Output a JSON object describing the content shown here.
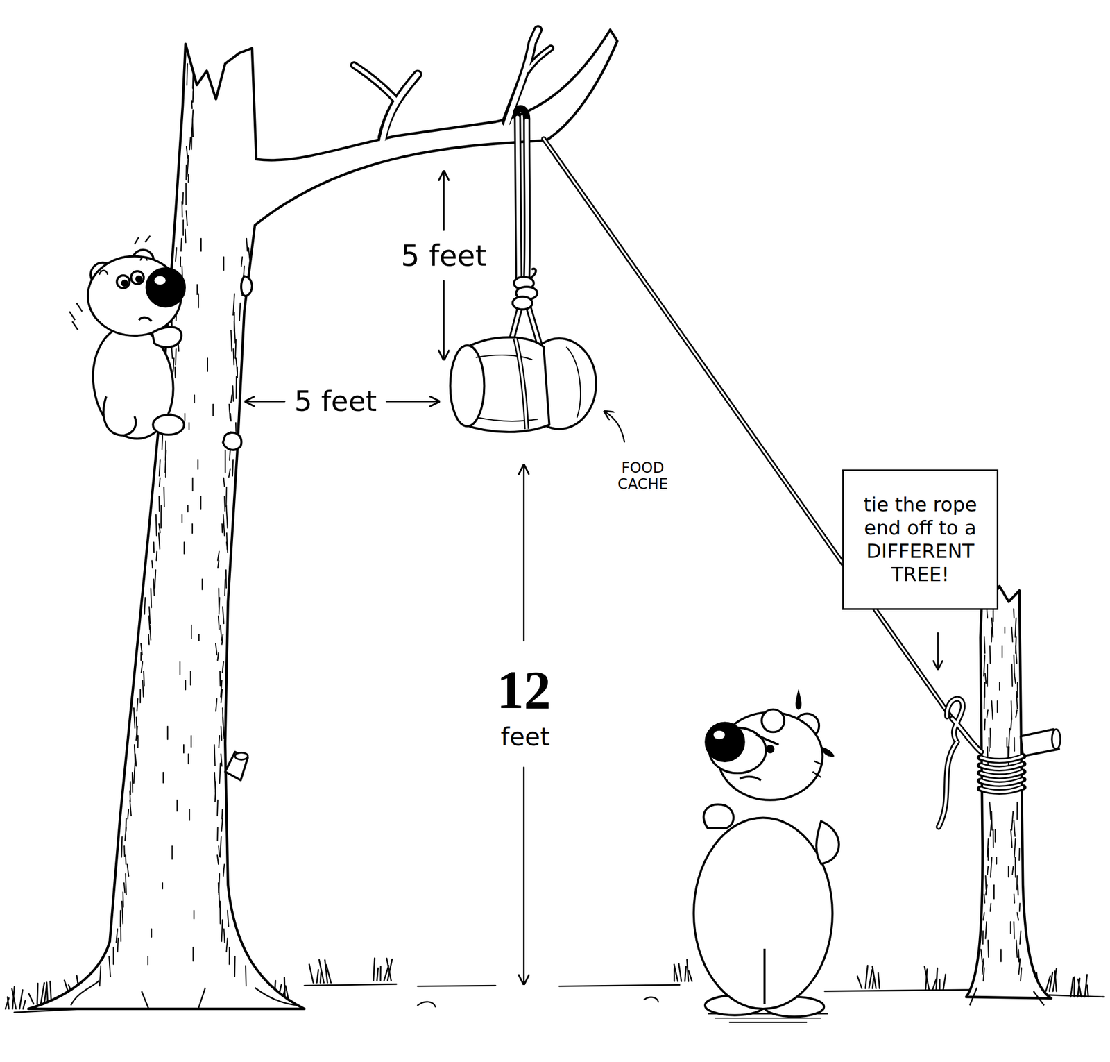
{
  "diagram": {
    "nodes": [
      {
        "text": [
          "tie the rope end off to a DIFFERENT TREE!"
        ]
      }
    ],
    "labels": [
      "5 feet",
      "5 feet",
      "FOOD CACHE",
      "12",
      "feet"
    ]
  }
}
